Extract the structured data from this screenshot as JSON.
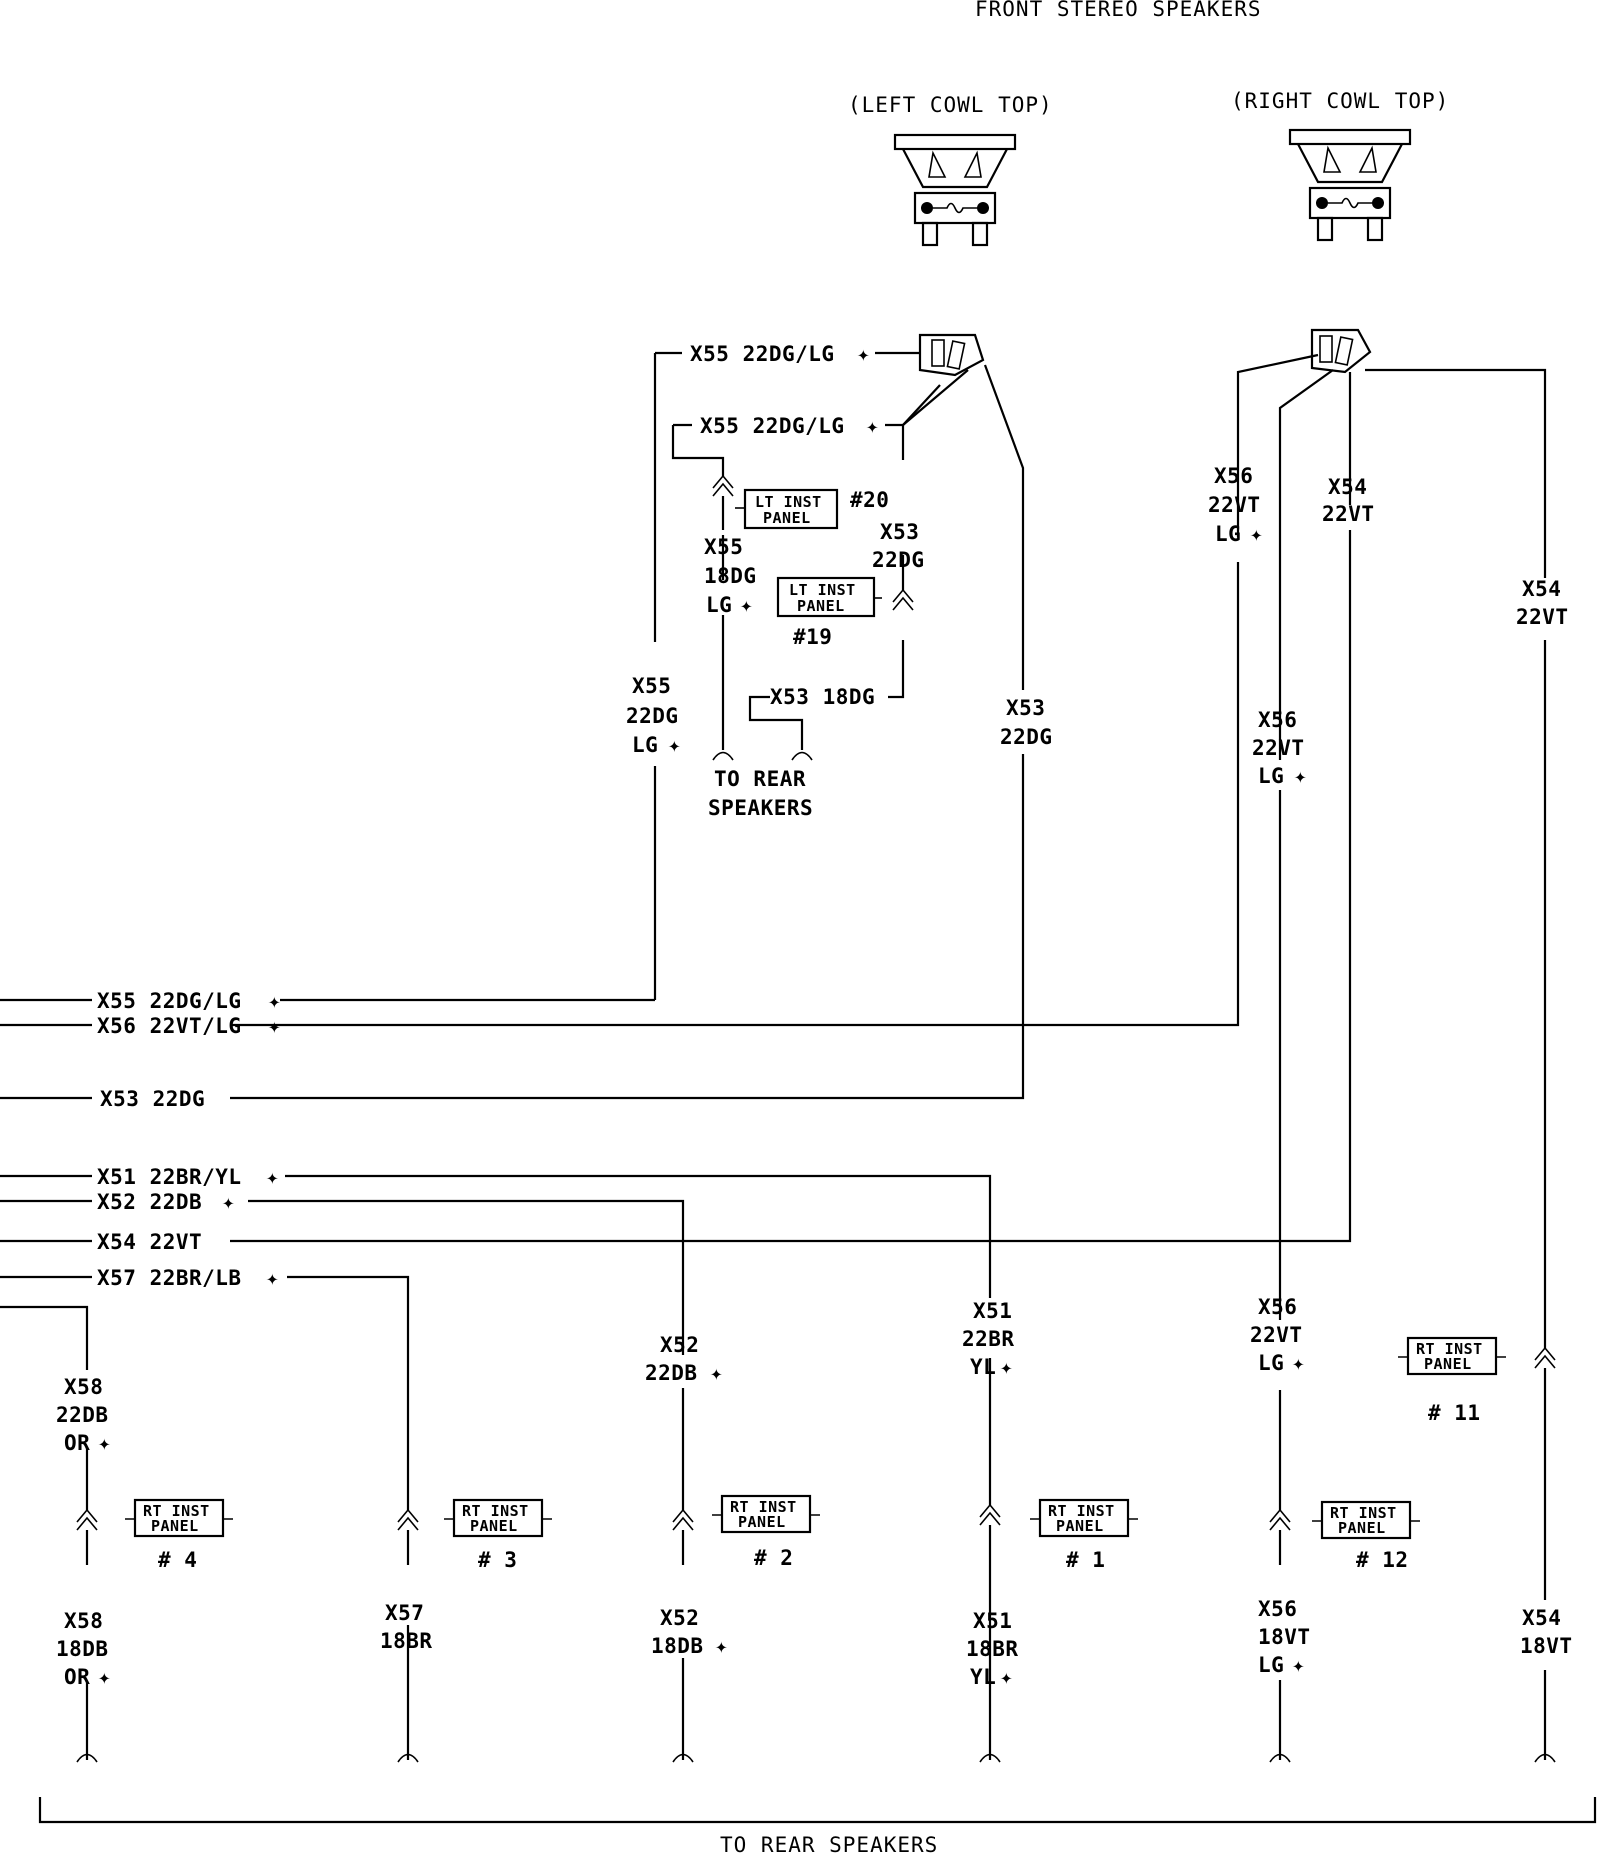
{
  "headings": {
    "front_speakers": "FRONT STEREO SPEAKERS",
    "left_speaker": "(LEFT COWL TOP)",
    "right_speaker": "(RIGHT COWL TOP)",
    "to_rear_speakers_inline": [
      "TO REAR",
      "SPEAKERS"
    ],
    "to_rear_speakers_bottom": "TO REAR SPEAKERS"
  },
  "left_side_labels": {
    "x55_top": "X55 22DG/LG",
    "x55_second": "X55 22DG/LG",
    "x55_vertical": [
      "X55",
      "22DG",
      "LG"
    ],
    "x55_18": [
      "X55",
      "18DG",
      "LG"
    ],
    "x53_22": [
      "X53",
      "22DG"
    ],
    "x53_18": "X53 18DG",
    "x53_vertical": [
      "X53",
      "22DG"
    ]
  },
  "right_side_labels": {
    "x56_top": [
      "X56",
      "22VT",
      "LG"
    ],
    "x54_top": [
      "X54",
      "22VT"
    ],
    "x54_far": [
      "X54",
      "22VT"
    ],
    "x56_mid": [
      "X56",
      "22VT",
      "LG"
    ]
  },
  "harness_labels": {
    "x55": "X55 22DG/LG",
    "x56": "X56 22VT/LG",
    "x53": "X53 22DG",
    "x51": "X51 22BR/YL",
    "x52": "X52 22DB",
    "x54": "X54 22VT",
    "x57": "X57 22BR/LB"
  },
  "drop_labels": {
    "x58_top": [
      "X58",
      "22DB",
      "OR"
    ],
    "x58_bottom": [
      "X58",
      "18DB",
      "OR"
    ],
    "x57_bottom": [
      "X57",
      "18BR"
    ],
    "x52_top": [
      "X52",
      "22DB"
    ],
    "x52_bottom": [
      "X52",
      "18DB"
    ],
    "x51_top": [
      "X51",
      "22BR",
      "YL"
    ],
    "x51_bottom": [
      "X51",
      "18BR",
      "YL"
    ],
    "x56_top": [
      "X56",
      "22VT",
      "LG"
    ],
    "x56_bottom": [
      "X56",
      "18VT",
      "LG"
    ],
    "x54_bottom": [
      "X54",
      "18VT"
    ]
  },
  "connectors": {
    "lt_inst_panel": [
      "LT INST",
      "PANEL"
    ],
    "rt_inst_panel": [
      "RT INST",
      "PANEL"
    ],
    "lt_20": "#20",
    "lt_19": "#19",
    "rt_4": "# 4",
    "rt_3": "# 3",
    "rt_2": "# 2",
    "rt_1": "# 1",
    "rt_12": "# 12",
    "rt_11": "# 11"
  },
  "splice_mark": "✦"
}
